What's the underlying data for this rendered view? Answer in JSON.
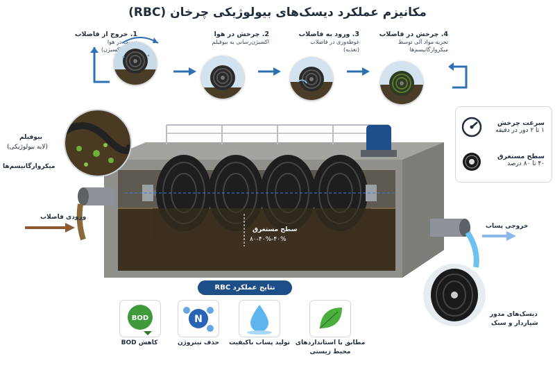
{
  "title": "مکانیزم عملکرد دیسک‌های بیولوژیکی چرخان (RBC)",
  "steps": [
    {
      "heading": "1. خروج از فاضلاب",
      "desc1": "دیسک در هوا",
      "desc2": "(تأمین اکسیژن)"
    },
    {
      "heading": "2. چرخش در هوا",
      "desc1": "اکسیژن‌رسانی به بیوفیلم",
      "desc2": ""
    },
    {
      "heading": "3. ورود به فاضلاب",
      "desc1": "غوطه‌وری در فاضلاب",
      "desc2": "(تغذیه)"
    },
    {
      "heading": "4. چرخش در فاضلاب",
      "desc1": "تجزیه مواد آلی توسط",
      "desc2": "میکروارگانیسم‌ها"
    }
  ],
  "info": {
    "speed_title": "سرعت چرخش",
    "speed_value": "۱ تا ۲ دور در دقیقه",
    "submerge_title": "سطح مستغرق",
    "submerge_value": "۴۰ تا ۸۰ درصد"
  },
  "labels": {
    "biofilm": "بیوفیلم",
    "biofilm_sub": "(لایه بیولوژیکی)",
    "microorganisms": "میکروارگانیسم‌ها",
    "inlet": "ورودی فاضلاب",
    "outlet": "خروجی پساب",
    "submerged": "سطح مستغرق",
    "submerged_value": "۴۰%-۸۰-۴۰%",
    "disc_caption1": "دیسک‌های مدور",
    "disc_caption2": "شیاردار و سبک"
  },
  "results": {
    "title": "نتایج عملکرد RBC",
    "items": [
      {
        "label": "کاهش BOD",
        "icon_text": "BOD"
      },
      {
        "label": "حذف نیتروژن",
        "icon_text": "N"
      },
      {
        "label": "تولید پساب باکیفیت",
        "icon_text": ""
      },
      {
        "label1": "مطابق با استانداردهای",
        "label2": "محیط زیستی",
        "icon_text": ""
      }
    ]
  },
  "colors": {
    "accent": "#1e4e88",
    "arrow": "#2f6fb5",
    "water": "#3a2f1c",
    "concrete": "#9c9c98"
  }
}
